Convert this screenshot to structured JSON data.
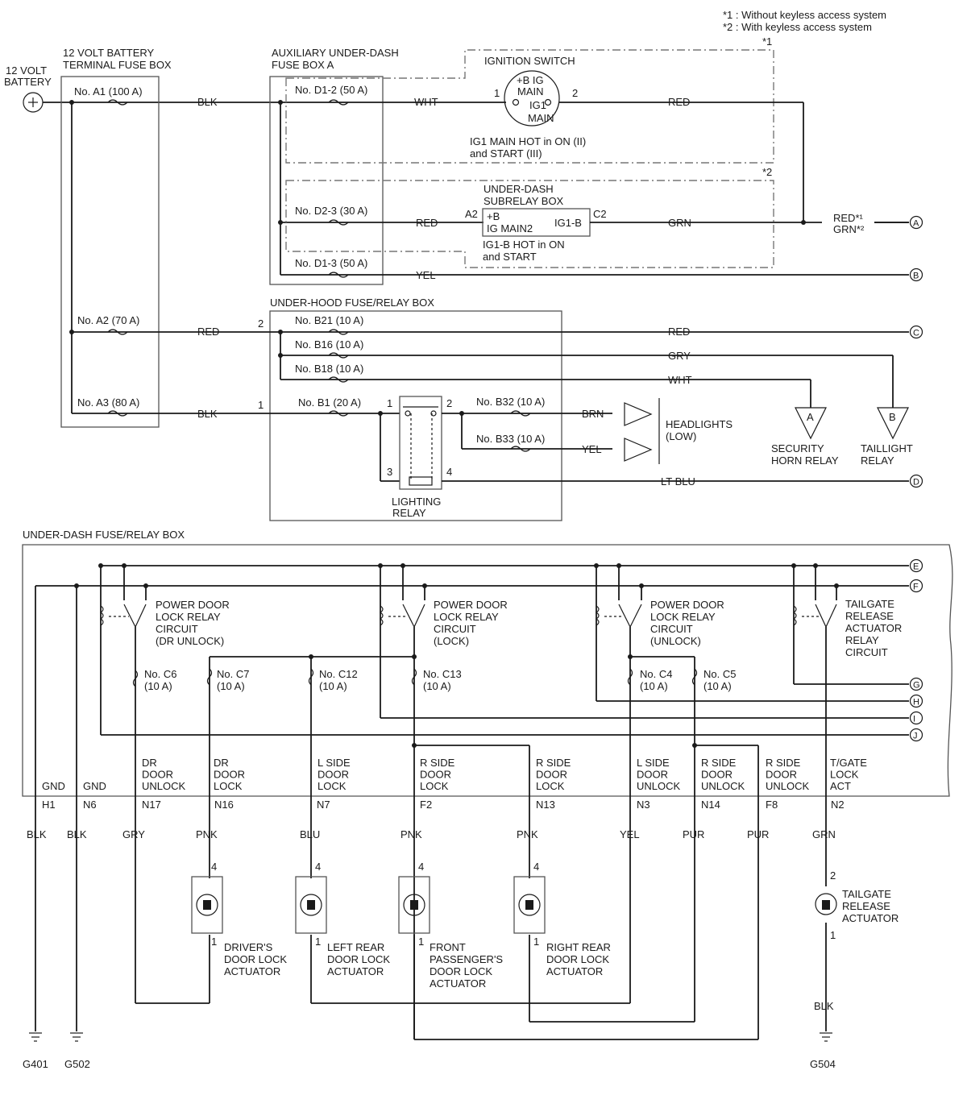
{
  "notes": {
    "n1": "*1 : Without keyless access system",
    "n2": "*2 : With keyless access system",
    "m1": "*1",
    "m2": "*2"
  },
  "battery": {
    "line1": "12 VOLT",
    "line2": "BATTERY"
  },
  "battery_fuse_box": {
    "title1": "12 VOLT BATTERY",
    "title2": "TERMINAL FUSE BOX",
    "fuses": [
      "No. A1 (100 A)",
      "No. A2 (70 A)",
      "No. A3 (80 A)"
    ]
  },
  "aux_box": {
    "title1": "AUXILIARY UNDER-DASH",
    "title2": "FUSE BOX A",
    "fuses": [
      "No. D1-2 (50 A)",
      "No. D2-3 (30 A)",
      "No. D1-3 (50 A)"
    ]
  },
  "ignition": {
    "title": "IGNITION SWITCH",
    "t1": "+B IG",
    "t2": "MAIN",
    "t3": "IG1",
    "t4": "MAIN",
    "pin1": "1",
    "pin2": "2",
    "note1": "IG1 MAIN HOT in ON (II)",
    "note2": "and START (III)"
  },
  "subrelay": {
    "title1": "UNDER-DASH",
    "title2": "SUBRELAY BOX",
    "pB": "+B",
    "pMain": "IG MAIN2",
    "pIG1B": "IG1-B",
    "A2": "A2",
    "C2": "C2",
    "note1": "IG1-B HOT in ON",
    "note2": "and START"
  },
  "underhood": {
    "title": "UNDER-HOOD FUSE/RELAY BOX",
    "fuses": [
      "No. B21 (10 A)",
      "No. B16 (10 A)",
      "No. B18 (10 A)",
      "No. B1 (20 A)",
      "No. B32 (10 A)",
      "No. B33 (10 A)"
    ],
    "relay1": "LIGHTING",
    "relay2": "RELAY",
    "pins": [
      "2",
      "1",
      "1",
      "2",
      "3",
      "4"
    ]
  },
  "headlights": {
    "line1": "HEADLIGHTS",
    "line2": "(LOW)"
  },
  "security": {
    "letter": "A",
    "line1": "SECURITY",
    "line2": "HORN RELAY"
  },
  "taillight": {
    "letter": "B",
    "line1": "TAILLIGHT",
    "line2": "RELAY"
  },
  "wires_top": {
    "blk1": "BLK",
    "wht1": "WHT",
    "red1": "RED",
    "red2": "RED",
    "grn1": "GRN",
    "redgrn1": "RED*¹",
    "redgrn2": "GRN*²",
    "yel1": "YEL",
    "red3": "RED",
    "red4": "RED",
    "gry": "GRY",
    "wht2": "WHT",
    "blk2": "BLK",
    "pin1": "1",
    "brn": "BRN",
    "yel2": "YEL",
    "ltblu": "LT BLU"
  },
  "connectors": [
    "A",
    "B",
    "C",
    "D",
    "E",
    "F",
    "G",
    "H",
    "I",
    "J"
  ],
  "underdash": {
    "title": "UNDER-DASH FUSE/RELAY BOX",
    "relays": [
      [
        "POWER DOOR",
        "LOCK RELAY",
        "CIRCUIT",
        "(DR UNLOCK)"
      ],
      [
        "POWER DOOR",
        "LOCK RELAY",
        "CIRCUIT",
        "(LOCK)"
      ],
      [
        "POWER DOOR",
        "LOCK RELAY",
        "CIRCUIT",
        "(UNLOCK)"
      ],
      [
        "TAILGATE",
        "RELEASE",
        "ACTUATOR",
        "RELAY",
        "CIRCUIT"
      ]
    ],
    "fuses": [
      [
        "No. C6",
        "(10 A)"
      ],
      [
        "No. C7",
        "(10 A)"
      ],
      [
        "No. C12",
        "(10 A)"
      ],
      [
        "No. C13",
        "(10 A)"
      ],
      [
        "No. C4",
        "(10 A)"
      ],
      [
        "No. C5",
        "(10 A)"
      ]
    ],
    "terminals": [
      {
        "label": [
          "GND"
        ],
        "pin": "H1",
        "wire": "BLK"
      },
      {
        "label": [
          "GND"
        ],
        "pin": "N6",
        "wire": "BLK"
      },
      {
        "label": [
          "DR",
          "DOOR",
          "UNLOCK"
        ],
        "pin": "N17",
        "wire": "GRY"
      },
      {
        "label": [
          "DR",
          "DOOR",
          "LOCK"
        ],
        "pin": "N16",
        "wire": "PNK"
      },
      {
        "label": [
          "L SIDE",
          "DOOR",
          "LOCK"
        ],
        "pin": "N7",
        "wire": "BLU"
      },
      {
        "label": [
          "R SIDE",
          "DOOR",
          "LOCK"
        ],
        "pin": "F2",
        "wire": "PNK"
      },
      {
        "label": [
          "R SIDE",
          "DOOR",
          "LOCK"
        ],
        "pin": "N13",
        "wire": "PNK"
      },
      {
        "label": [
          "L SIDE",
          "DOOR",
          "UNLOCK"
        ],
        "pin": "N3",
        "wire": "YEL"
      },
      {
        "label": [
          "R SIDE",
          "DOOR",
          "UNLOCK"
        ],
        "pin": "N14",
        "wire": "PUR"
      },
      {
        "label": [
          "R SIDE",
          "DOOR",
          "UNLOCK"
        ],
        "pin": "F8",
        "wire": "PUR"
      },
      {
        "label": [
          "T/GATE",
          "LOCK",
          "ACT"
        ],
        "pin": "N2",
        "wire": "GRN"
      }
    ]
  },
  "actuators": [
    {
      "lines": [
        "DRIVER'S",
        "DOOR LOCK",
        "ACTUATOR"
      ],
      "pinTop": "4",
      "pinBot": "1"
    },
    {
      "lines": [
        "LEFT REAR",
        "DOOR LOCK",
        "ACTUATOR"
      ],
      "pinTop": "4",
      "pinBot": "1"
    },
    {
      "lines": [
        "FRONT",
        "PASSENGER'S",
        "DOOR LOCK",
        "ACTUATOR"
      ],
      "pinTop": "4",
      "pinBot": "1"
    },
    {
      "lines": [
        "RIGHT REAR",
        "DOOR LOCK",
        "ACTUATOR"
      ],
      "pinTop": "4",
      "pinBot": "1"
    },
    {
      "lines": [
        "TAILGATE",
        "RELEASE",
        "ACTUATOR"
      ],
      "pinTop": "2",
      "pinBot": "1"
    }
  ],
  "tailgate_wire": "BLK",
  "grounds": [
    "G401",
    "G502",
    "G504"
  ]
}
